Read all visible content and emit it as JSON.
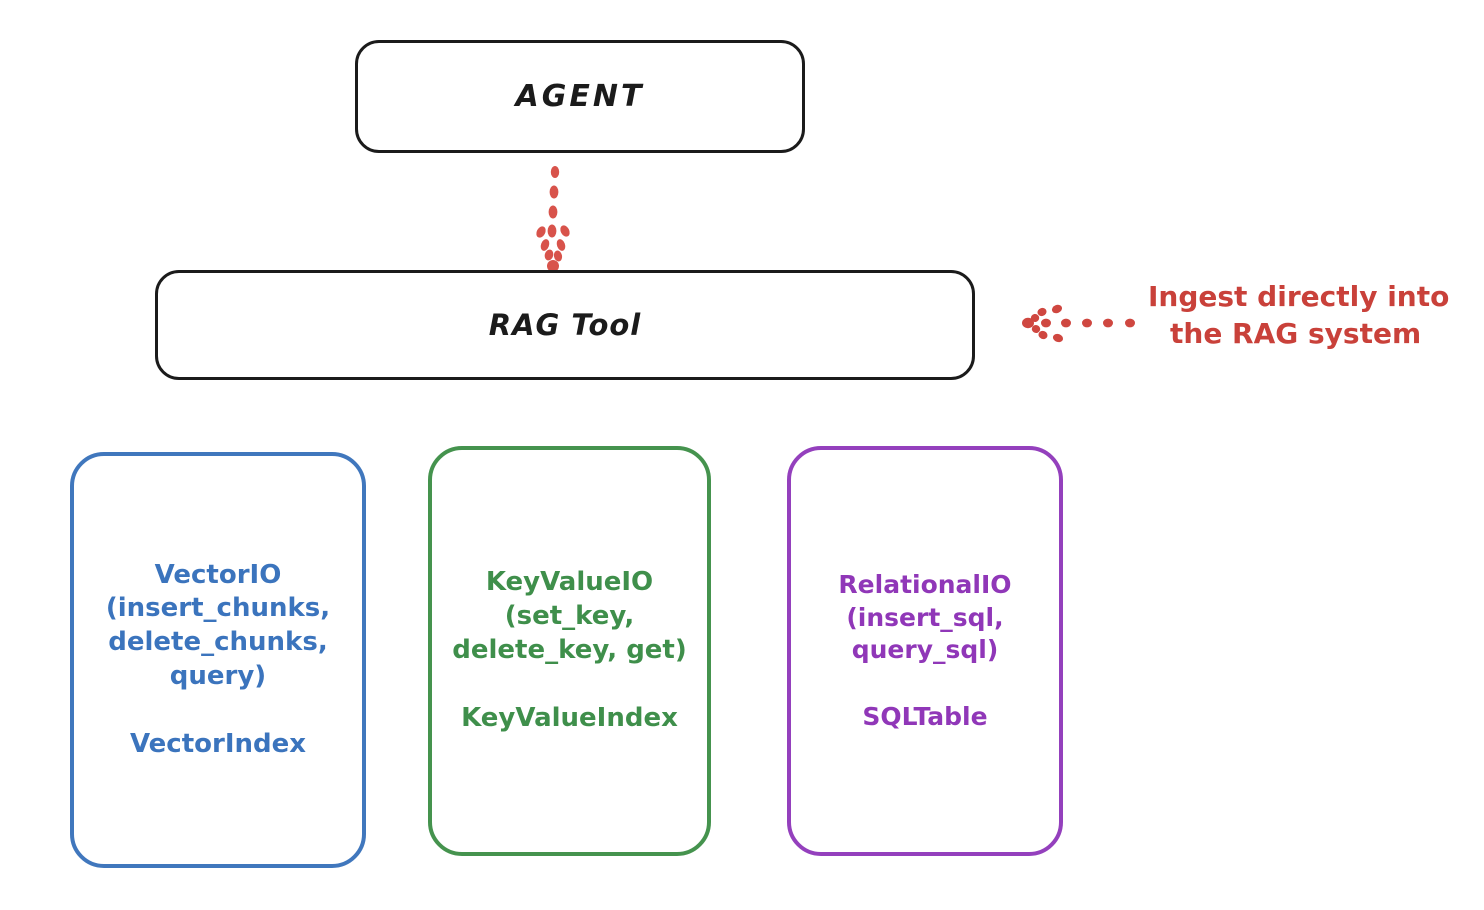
{
  "diagram": {
    "title_node": {
      "label": "AGENT"
    },
    "tool_node": {
      "label": "RAG Tool"
    },
    "annotation": {
      "line1": "Ingest directly into",
      "line2": "the RAG system"
    },
    "colors": {
      "black": "#1b1b1b",
      "red": "#c9413a",
      "blue": "#3b74bd",
      "green": "#3f8f4b",
      "purple": "#9037b8",
      "background": "#ffffff"
    },
    "stores": [
      {
        "id": "vector",
        "accent": "#3b74bd",
        "api_lines": [
          "VectorIO",
          "(insert_chunks,",
          "delete_chunks,",
          "query)"
        ],
        "index_label": "VectorIndex"
      },
      {
        "id": "keyvalue",
        "accent": "#3f8f4b",
        "api_lines": [
          "KeyValueIO",
          "(set_key,",
          "delete_key, get)"
        ],
        "index_label": "KeyValueIndex"
      },
      {
        "id": "relational",
        "accent": "#9037b8",
        "api_lines": [
          "RelationalIO",
          "(insert_sql,",
          "query_sql)"
        ],
        "index_label": "SQLTable"
      }
    ],
    "connectors": [
      {
        "id": "agent-to-rag",
        "style": "dotted-arrow",
        "direction": "down",
        "color": "#c9413a"
      },
      {
        "id": "annotation-to-rag",
        "style": "dotted-arrow",
        "direction": "left",
        "color": "#c9413a"
      }
    ]
  }
}
